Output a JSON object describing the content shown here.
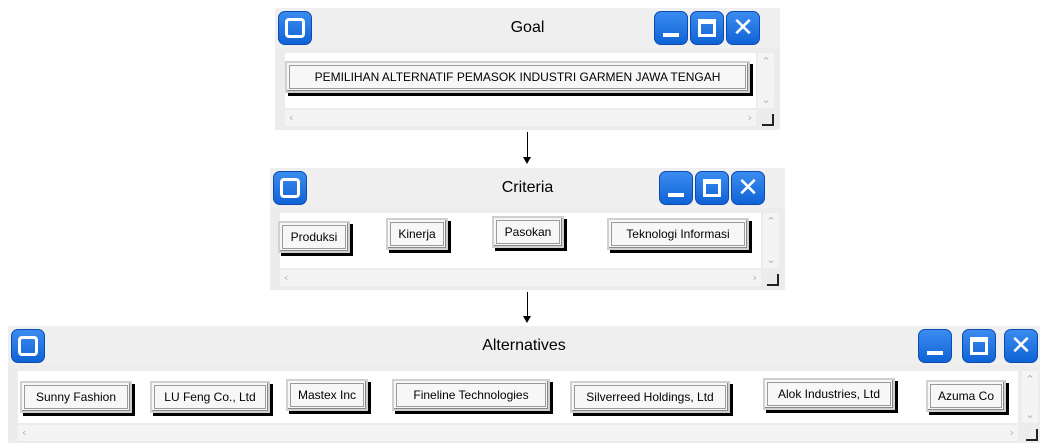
{
  "goal_window": {
    "title": "Goal",
    "nodes": [
      "PEMILIHAN ALTERNATIF PEMASOK INDUSTRI GARMEN JAWA TENGAH"
    ]
  },
  "criteria_window": {
    "title": "Criteria",
    "nodes": [
      "Produksi",
      "Kinerja",
      "Pasokan",
      "Teknologi Informasi"
    ]
  },
  "alternatives_window": {
    "title": "Alternatives",
    "nodes": [
      "Sunny Fashion",
      "LU Feng Co., Ltd",
      "Mastex Inc",
      "Fineline Technologies",
      "Silverreed Holdings, Ltd",
      "Alok Industries, Ltd",
      "Azuma Co"
    ]
  },
  "icons": {
    "window_icon": "window-icon",
    "minimize": "minimize-icon",
    "maximize": "maximize-icon",
    "close": "close-icon",
    "scroll_up": "chevron-up-icon",
    "scroll_down": "chevron-down-icon",
    "scroll_left": "chevron-left-icon",
    "scroll_right": "chevron-right-icon",
    "resize_grip": "resize-grip-icon"
  },
  "colors": {
    "titlebar_button": "#1a6fe0",
    "window_bg": "#ececec",
    "node_bg": "#f7f7f7"
  }
}
